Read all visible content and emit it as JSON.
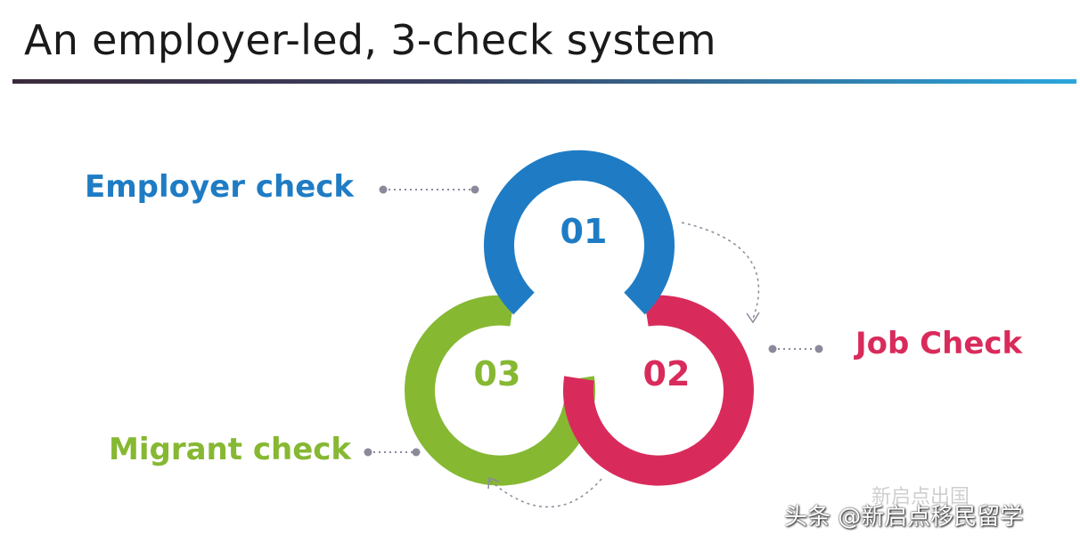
{
  "slide": {
    "title": "An employer-led, 3-check system"
  },
  "checks": [
    {
      "number": "01",
      "label": "Employer check",
      "color": "#1f7cc4"
    },
    {
      "number": "02",
      "label": "Job Check",
      "color": "#d92b5b"
    },
    {
      "number": "03",
      "label": "Migrant check",
      "color": "#86b832"
    }
  ],
  "watermark": {
    "faded": "新启点出国",
    "text": "头条 @新启点移民留学"
  },
  "colors": {
    "connector": "#8a8a9a",
    "title_rule_start": "#3a2a3c",
    "title_rule_end": "#2aa6dc"
  }
}
